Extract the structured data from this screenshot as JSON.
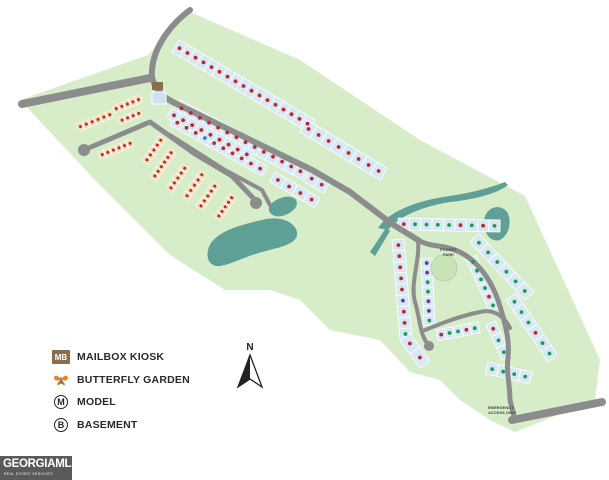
{
  "map": {
    "labels": {
      "pocket_park_line1": "POCKET",
      "pocket_park_line2": "PARK",
      "emergency_line1": "EMERGENCY",
      "emergency_line2": "ACCESS ONLY"
    }
  },
  "legend": {
    "mailbox_kiosk": {
      "icon": "MB",
      "label": "MAILBOX KIOSK"
    },
    "butterfly_garden": {
      "icon": "butterfly-icon",
      "label": "BUTTERFLY GARDEN"
    },
    "model": {
      "icon": "M",
      "label": "MODEL"
    },
    "basement": {
      "icon": "B",
      "label": "BASEMENT"
    }
  },
  "compass": {
    "label": "N"
  },
  "watermark": {
    "line1": "GEORGIAMLS",
    "line2": "REAL ESTATE SERVICES"
  },
  "colors": {
    "land": "#d7ecc9",
    "lot": "#d6e8f4",
    "lot_border": "#ffffff",
    "road": "#8c8c8c",
    "water": "#5e9f96",
    "dot_red": "#c2262b",
    "dot_green": "#1f9a4a",
    "dot_purple": "#6a3a8c",
    "dot_blue": "#3c7fc0",
    "townhome": "#efd9b0"
  }
}
